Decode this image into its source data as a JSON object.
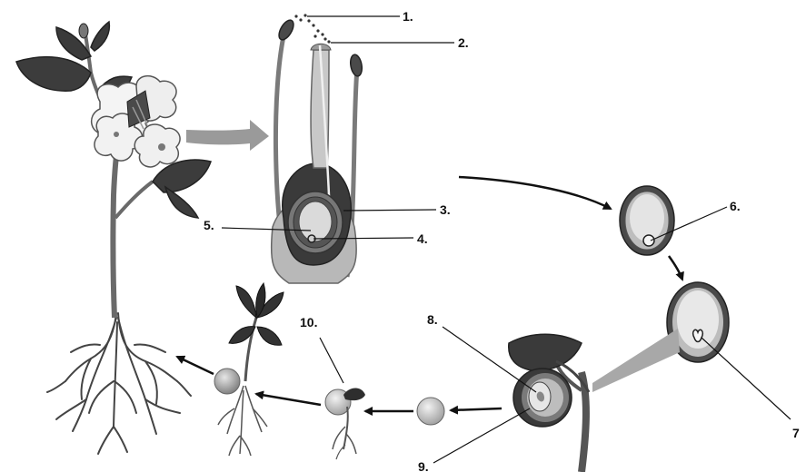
{
  "labels": {
    "l1": "1.",
    "l2": "2.",
    "l3": "3.",
    "l4": "4.",
    "l5": "5.",
    "l6": "6.",
    "l7": "7",
    "l8": "8.",
    "l9": "9.",
    "l10": "10."
  },
  "colors": {
    "ink": "#1a1a1a",
    "dark": "#3a3a3a",
    "mid": "#8c8c8c",
    "light": "#cfcfcf",
    "pale": "#ececec",
    "arrow_gray": "#9a9a9a"
  }
}
